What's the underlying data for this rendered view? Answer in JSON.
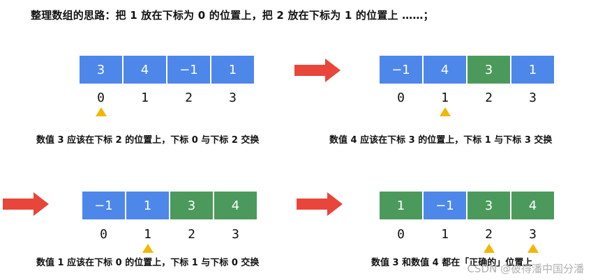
{
  "title": "整理数组的思路：把 1 放在下标为 0 的位置上，把 2 放在下标为 1 的位置上 ……；",
  "colors": {
    "blue": "#4e87ea",
    "green": "#4b9a5c",
    "arrow": "#e8463a",
    "pointer": "#f2b705"
  },
  "steps": [
    {
      "cells": [
        {
          "v": "3",
          "c": "blue"
        },
        {
          "v": "4",
          "c": "blue"
        },
        {
          "v": "−1",
          "c": "blue"
        },
        {
          "v": "1",
          "c": "blue"
        }
      ],
      "indices": [
        "0",
        "1",
        "2",
        "3"
      ],
      "pointers": [
        0
      ],
      "caption": "数值 3 应该在下标 2 的位置上，下标 0 与下标 2 交换"
    },
    {
      "cells": [
        {
          "v": "−1",
          "c": "blue"
        },
        {
          "v": "4",
          "c": "blue"
        },
        {
          "v": "3",
          "c": "green"
        },
        {
          "v": "1",
          "c": "blue"
        }
      ],
      "indices": [
        "0",
        "1",
        "2",
        "3"
      ],
      "pointers": [
        1
      ],
      "caption": "数值 4 应该在下标 3 的位置上，下标 1 与下标 3 交换"
    },
    {
      "cells": [
        {
          "v": "−1",
          "c": "blue"
        },
        {
          "v": "1",
          "c": "blue"
        },
        {
          "v": "3",
          "c": "green"
        },
        {
          "v": "4",
          "c": "green"
        }
      ],
      "indices": [
        "0",
        "1",
        "2",
        "3"
      ],
      "pointers": [
        1
      ],
      "caption": "数值 1 应该在下标 0 的位置上，下标 1 与下标 0 交换"
    },
    {
      "cells": [
        {
          "v": "1",
          "c": "green"
        },
        {
          "v": "−1",
          "c": "blue"
        },
        {
          "v": "3",
          "c": "green"
        },
        {
          "v": "4",
          "c": "green"
        }
      ],
      "indices": [
        "0",
        "1",
        "2",
        "3"
      ],
      "pointers": [
        2,
        3
      ],
      "caption": "数值 3 和数值 4 都在「正确的」位置上"
    }
  ],
  "watermark": "CSDN @彼得潘中国分潘"
}
